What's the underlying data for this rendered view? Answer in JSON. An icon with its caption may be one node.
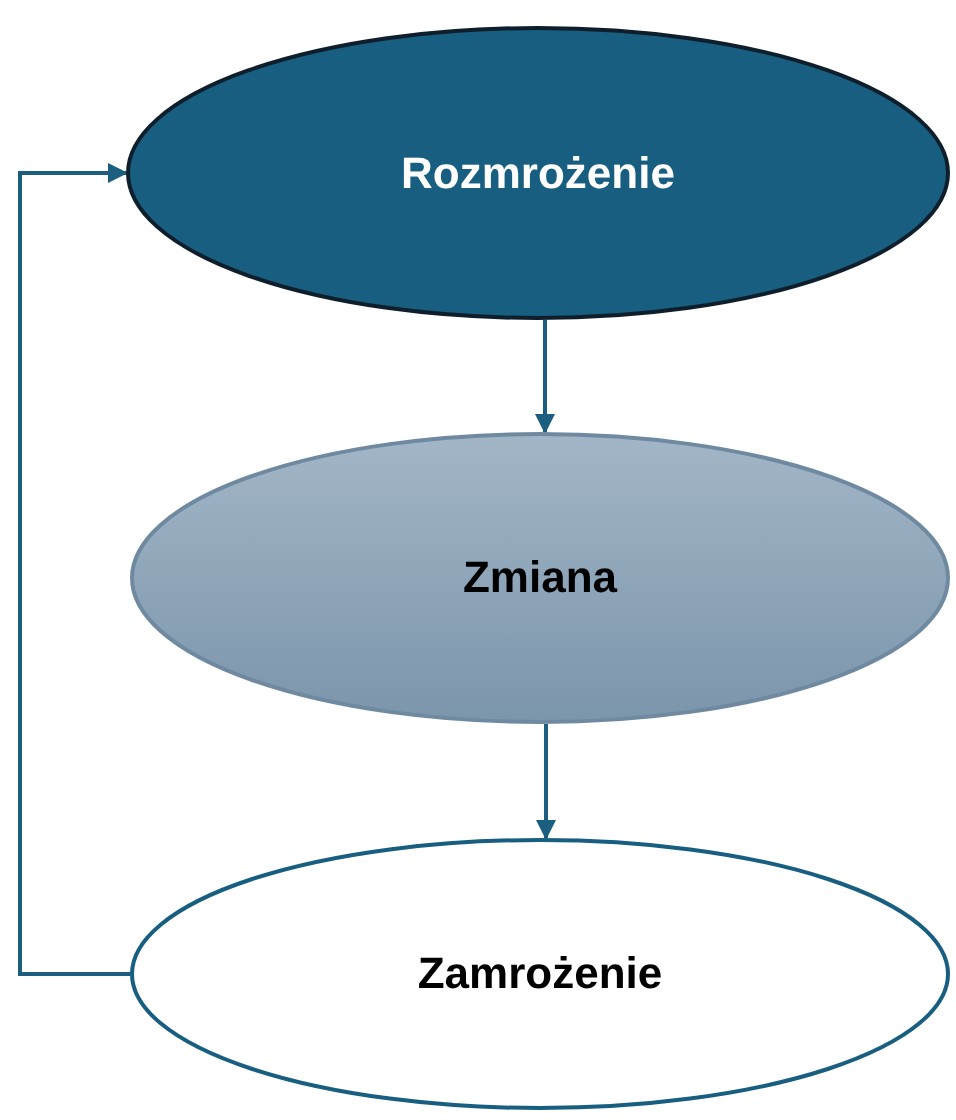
{
  "diagram": {
    "nodes": [
      {
        "text": [
          "Rozmrożenie"
        ]
      },
      {
        "text": [
          "Zmiana"
        ]
      },
      {
        "text": [
          "Zamrożenie"
        ]
      }
    ],
    "edges": [
      {
        "from": 0,
        "to": 1,
        "arrow": "to"
      },
      {
        "from": 1,
        "to": 2,
        "arrow": "to"
      },
      {
        "from": 2,
        "to": 0,
        "arrow": "to"
      }
    ]
  }
}
